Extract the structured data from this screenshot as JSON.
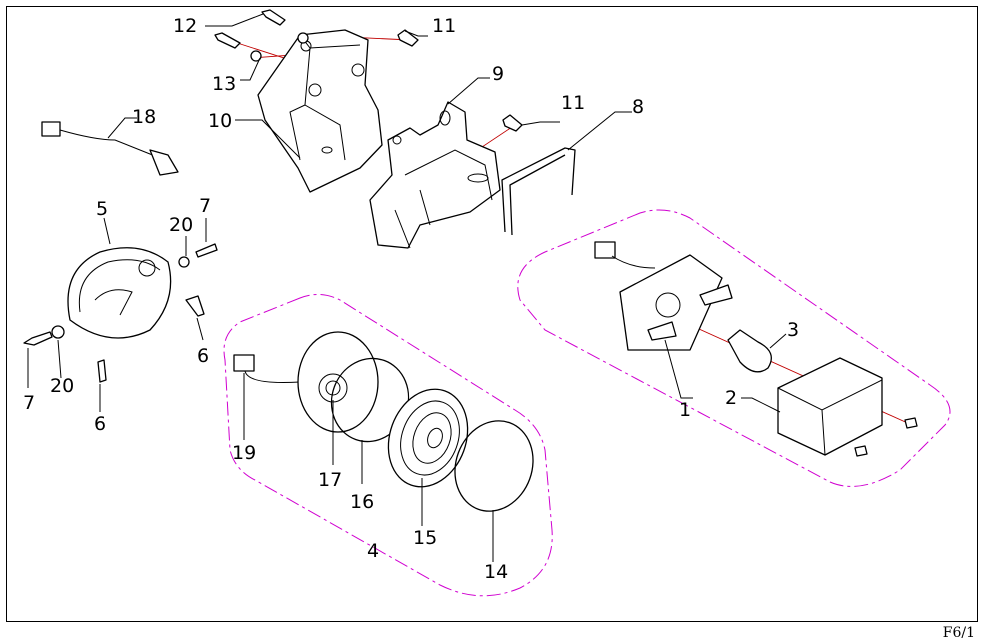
{
  "sheet_code": "F6/1",
  "callouts": [
    "12",
    "11",
    "13",
    "9",
    "18",
    "10",
    "11",
    "8",
    "5",
    "7",
    "20",
    "3",
    "1",
    "2",
    "6",
    "7",
    "20",
    "6",
    "19",
    "17",
    "16",
    "15",
    "4",
    "14"
  ],
  "colors": {
    "group_outline": "#d000d0",
    "assembly_axis": "#c00000",
    "line": "#000000"
  }
}
